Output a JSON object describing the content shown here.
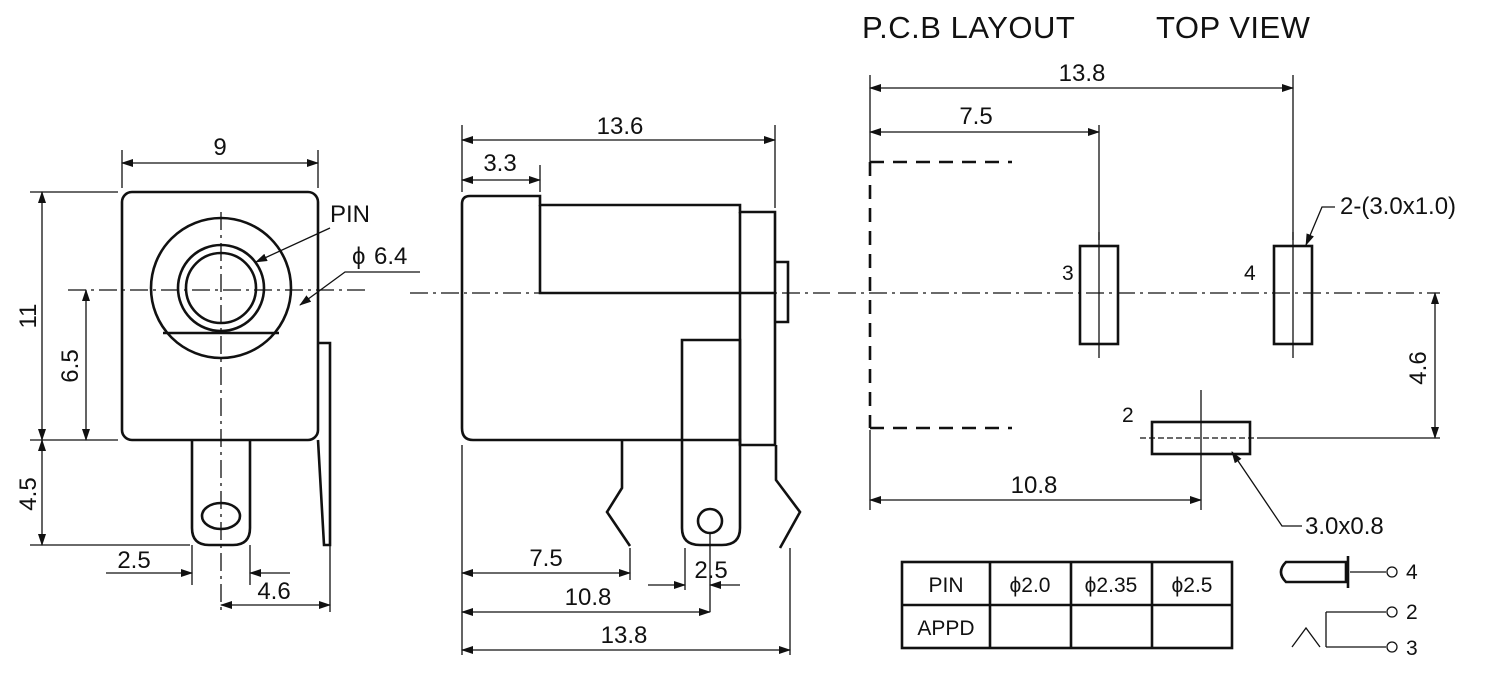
{
  "titles": {
    "pcb_layout": "P.C.B LAYOUT",
    "top_view": "TOP VIEW"
  },
  "front_view": {
    "width_dim": "9",
    "height_dim": "11",
    "center_height_dim": "6.5",
    "pin_length_dim": "4.5",
    "pin_offset_dim": "2.5",
    "side_pin_dim": "4.6",
    "pin_label": "PIN",
    "bore_dim": "6.4",
    "diameter_symbol": "ϕ"
  },
  "side_view": {
    "total_length_dim": "13.6",
    "flange_dim": "3.3",
    "pin_pos_1": "7.5",
    "pin_spacing": "2.5",
    "pin_pos_2": "10.8",
    "pin_pos_3": "13.8"
  },
  "pcb": {
    "total_dim": "13.8",
    "pad3_dim": "7.5",
    "pad2_dim": "10.8",
    "vertical_dim": "4.6",
    "pad_size_note": "2-(3.0x1.0)",
    "pad2_size_note": "3.0x0.8",
    "pad_labels": {
      "p2": "2",
      "p3": "3",
      "p4": "4"
    }
  },
  "pin_table": {
    "rows": [
      [
        "PIN",
        "ϕ2.0",
        "ϕ2.35",
        "ϕ2.5"
      ],
      [
        "APPD",
        "",
        "",
        ""
      ]
    ]
  },
  "schematic": {
    "labels": [
      "4",
      "2",
      "3"
    ]
  }
}
